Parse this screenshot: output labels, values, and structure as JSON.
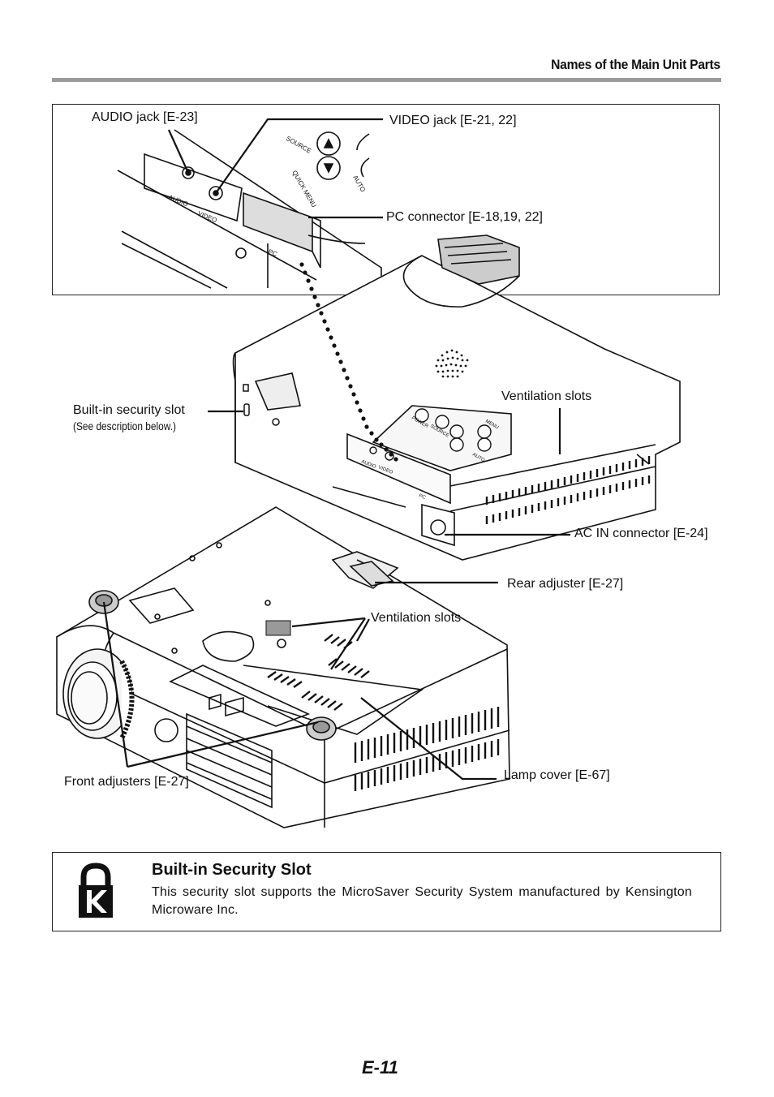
{
  "header": {
    "section_title": "Names of the Main Unit Parts"
  },
  "callouts": {
    "audio_jack": "AUDIO jack [E-23]",
    "video_jack": "VIDEO jack [E-21, 22]",
    "pc_connector": "PC connector [E-18,19, 22]",
    "security_slot": "Built-in security slot",
    "security_slot_note": "(See description below.)",
    "ventilation_top": "Ventilation slots",
    "ac_in": "AC IN connector [E-24]",
    "rear_adjuster": "Rear adjuster [E-27]",
    "ventilation_bottom": "Ventilation slots",
    "front_adjusters": "Front adjusters [E-27]",
    "lamp_cover": "Lamp cover [E-67]"
  },
  "panel_labels": {
    "audio": "AUDIO",
    "video": "VIDEO",
    "pc": "PC",
    "source": "SOURCE",
    "quick_menu": "QUICK MENU",
    "auto": "AUTO",
    "power": "POWER",
    "menu": "MENU"
  },
  "note": {
    "icon": "kensington-lock-icon",
    "title": "Built-in Security Slot",
    "body": "This security slot supports the MicroSaver Security System manufactured by Kensington Microware Inc."
  },
  "footer": {
    "page_number": "E-11"
  }
}
